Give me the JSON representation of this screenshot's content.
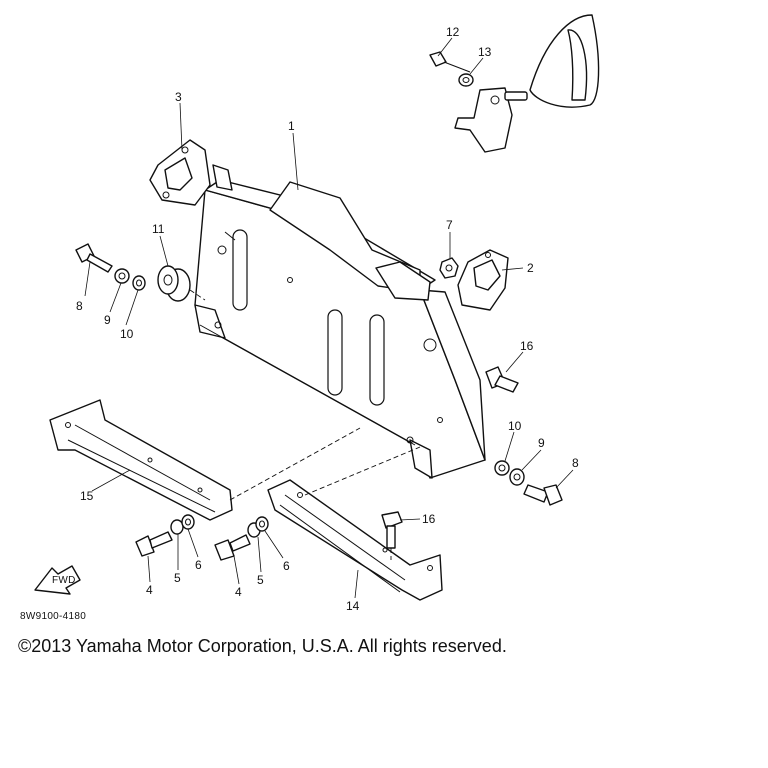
{
  "diagram": {
    "callouts": [
      "1",
      "2",
      "3",
      "4",
      "4",
      "5",
      "5",
      "6",
      "6",
      "7",
      "8",
      "8",
      "9",
      "9",
      "10",
      "10",
      "11",
      "12",
      "13",
      "14",
      "15",
      "16",
      "16"
    ],
    "drawing_code": "8W9100-4180",
    "arrow_label": "FWD",
    "copyright": "©2013 Yamaha Motor Corporation, U.S.A. All rights reserved."
  }
}
